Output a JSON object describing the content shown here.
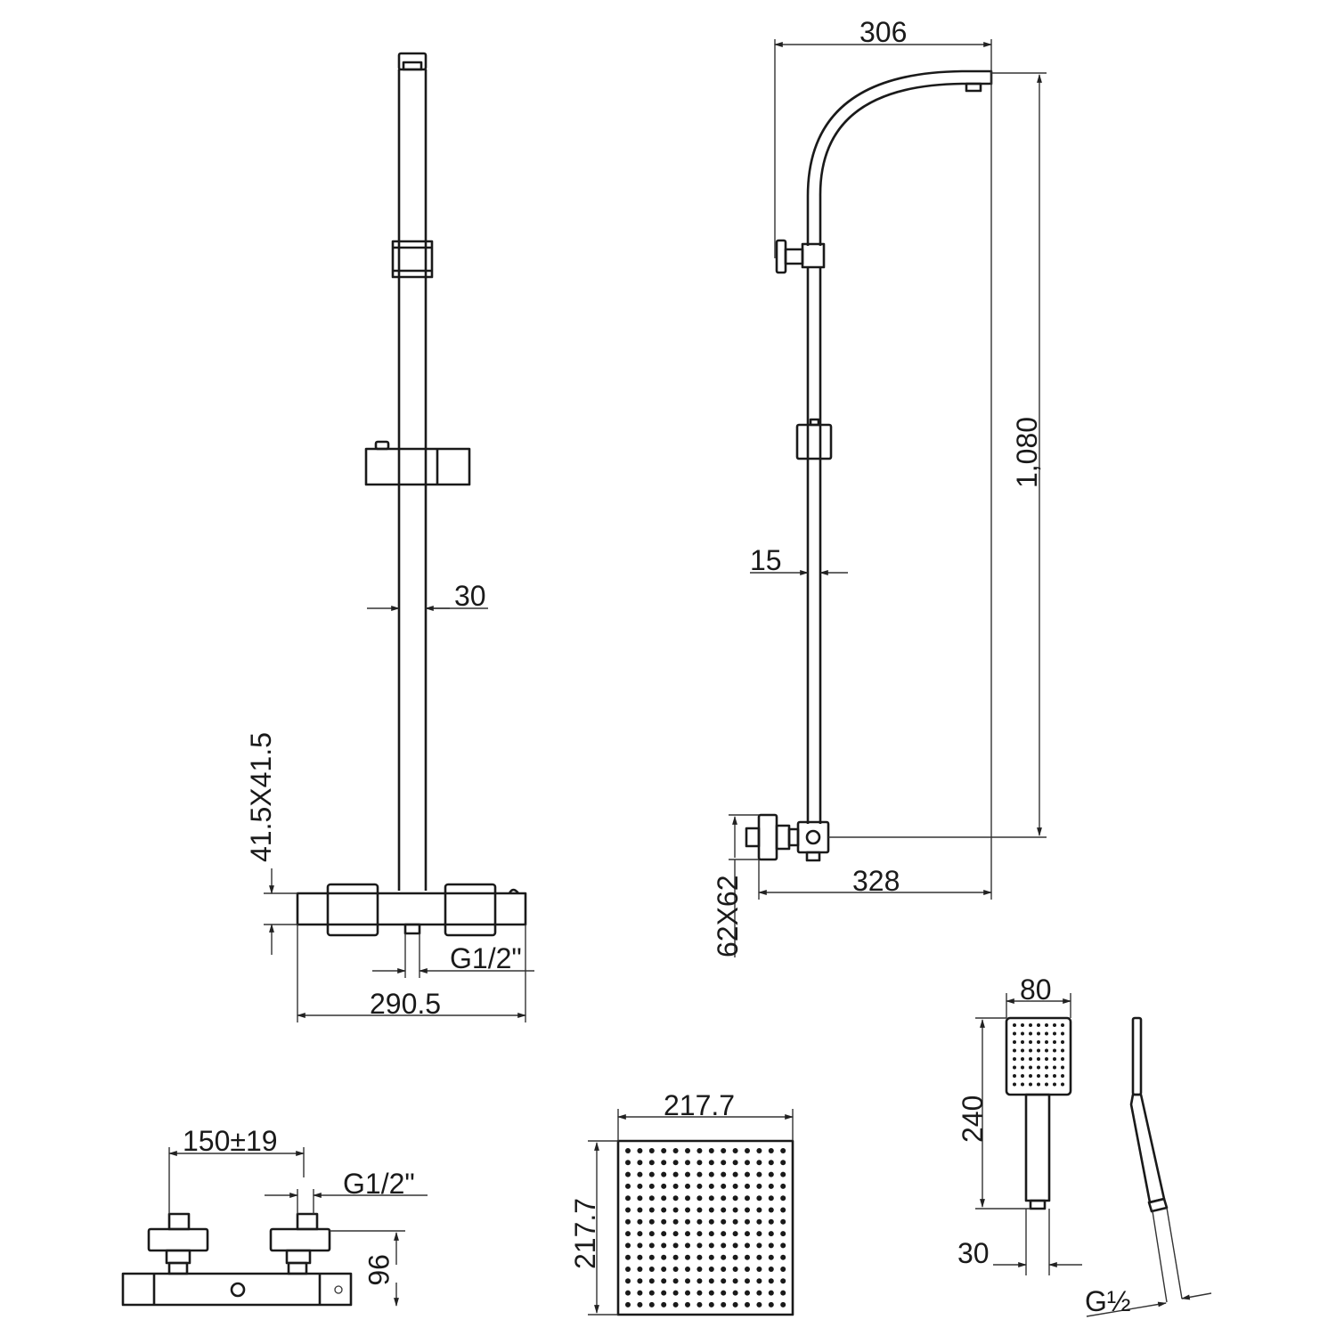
{
  "diagram": {
    "subject": "Thermostatic shower column technical drawing",
    "stroke_color": "#1a1a1a",
    "background": "#ffffff",
    "views": {
      "front_view": {
        "label": "Front view of riser rail with thermostatic bar valve",
        "dims": {
          "rail_width": "30",
          "valve_section": "41.5X41.5",
          "valve_outlet": "G1/2\"",
          "valve_length": "290.5"
        }
      },
      "side_view": {
        "label": "Side view of riser with curved overhead arm",
        "dims": {
          "arm_reach": "306",
          "total_height": "1,080",
          "riser_diameter": "15",
          "wall_bracket": "62X62",
          "bottom_reach": "328"
        }
      },
      "valve_top_view": {
        "label": "Bar valve with wall inlets",
        "dims": {
          "inlet_centres": "150±19",
          "inlet_thread": "G1/2\"",
          "inlet_depth": "96"
        }
      },
      "rain_head": {
        "label": "Square overhead rain shower head",
        "nozzle_grid": 14,
        "dims": {
          "width": "217.7",
          "height": "217.7"
        }
      },
      "hand_shower": {
        "label": "Hand shower front and side",
        "nozzle_grid_cols": 7,
        "nozzle_grid_rows": 8,
        "dims": {
          "head_width": "80",
          "length": "240",
          "handle_width": "30",
          "connector": "G½"
        }
      }
    }
  }
}
